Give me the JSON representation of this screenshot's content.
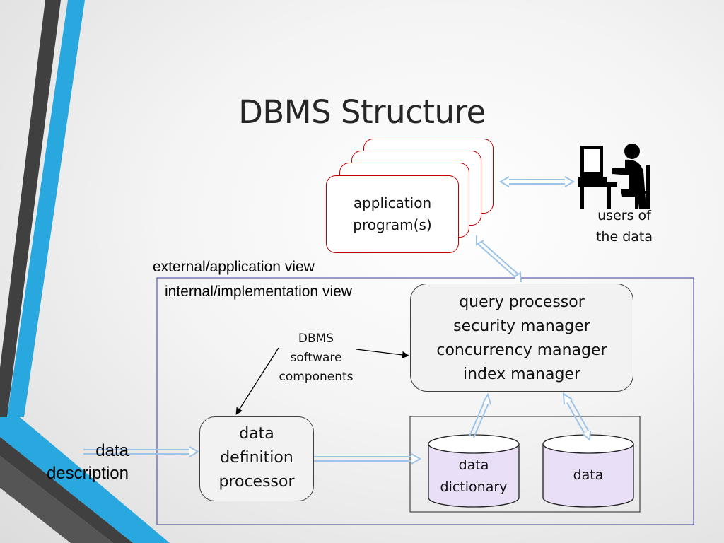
{
  "title": "DBMS Structure",
  "application": {
    "label_line1": "application",
    "label_line2": "program(s)"
  },
  "users": {
    "label_line1": "users of",
    "label_line2": "the data",
    "icon": "person-at-computer-icon"
  },
  "views": {
    "external": "external/application view",
    "internal": "internal/implementation view"
  },
  "dbms_components_label": [
    "DBMS",
    "software",
    "components"
  ],
  "query_processor_components": [
    "query processor",
    "security manager",
    "concurrency manager",
    "index manager"
  ],
  "data_definition_processor": [
    "data",
    "definition",
    "processor"
  ],
  "storage": {
    "data_dictionary": [
      "data",
      "dictionary"
    ],
    "data": "data"
  },
  "data_description": [
    "data",
    "description"
  ],
  "colors": {
    "app_border": "#c00000",
    "internal_frame": "#3a3aa0",
    "arrow": "#9dc3e6",
    "cylinder_fill": "#e9dff7",
    "stripe_blue": "#29a8e0",
    "stripe_dark": "#404040"
  }
}
